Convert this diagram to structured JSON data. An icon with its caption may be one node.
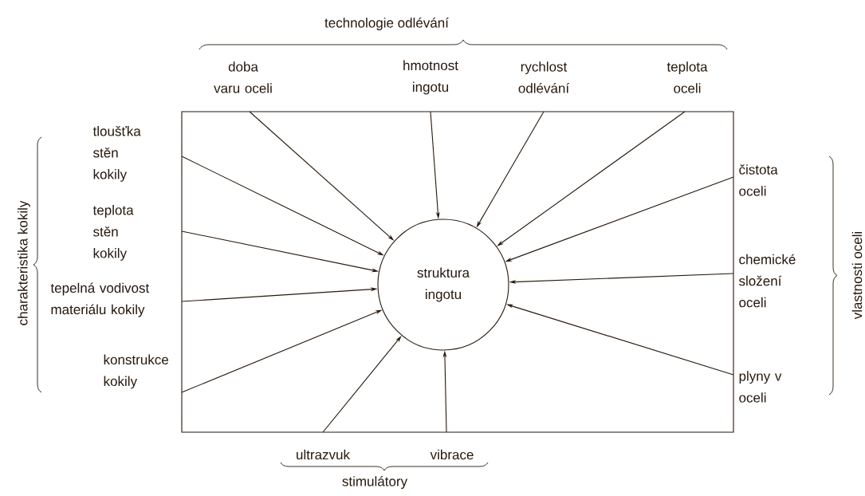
{
  "diagram": {
    "nodes": [
      {
        "text": [
          "struktura ingotu"
        ]
      },
      {
        "text": [
          "doba varu oceli"
        ]
      },
      {
        "text": [
          "hmotnost ingotu"
        ]
      },
      {
        "text": [
          "rychlost odlévání"
        ]
      },
      {
        "text": [
          "teplota oceli"
        ]
      },
      {
        "text": [
          "tloušťka stěn kokily"
        ]
      },
      {
        "text": [
          "teplota stěn kokily"
        ]
      },
      {
        "text": [
          "tepelná vodivost materiálu kokily"
        ]
      },
      {
        "text": [
          "konstrukce kokily"
        ]
      },
      {
        "text": [
          "čistota oceli"
        ]
      },
      {
        "text": [
          "chemické složení oceli"
        ]
      },
      {
        "text": [
          "plyny v oceli"
        ]
      },
      {
        "text": [
          "ultrazvuk"
        ]
      },
      {
        "text": [
          "vibrace"
        ]
      }
    ],
    "edges": [
      {
        "from": 1,
        "to": 0,
        "arrow": "to"
      },
      {
        "from": 2,
        "to": 0,
        "arrow": "to"
      },
      {
        "from": 3,
        "to": 0,
        "arrow": "to"
      },
      {
        "from": 4,
        "to": 0,
        "arrow": "to"
      },
      {
        "from": 5,
        "to": 0,
        "arrow": "to"
      },
      {
        "from": 6,
        "to": 0,
        "arrow": "to"
      },
      {
        "from": 7,
        "to": 0,
        "arrow": "to"
      },
      {
        "from": 8,
        "to": 0,
        "arrow": "to"
      },
      {
        "from": 9,
        "to": 0,
        "arrow": "to"
      },
      {
        "from": 10,
        "to": 0,
        "arrow": "to"
      },
      {
        "from": 11,
        "to": 0,
        "arrow": "to"
      },
      {
        "from": 12,
        "to": 0,
        "arrow": "to"
      },
      {
        "from": 13,
        "to": 0,
        "arrow": "to"
      }
    ],
    "labels": [
      "technologie odlévání",
      "charakteristika kokily",
      "vlastnosti oceli",
      "stimulátory"
    ]
  }
}
